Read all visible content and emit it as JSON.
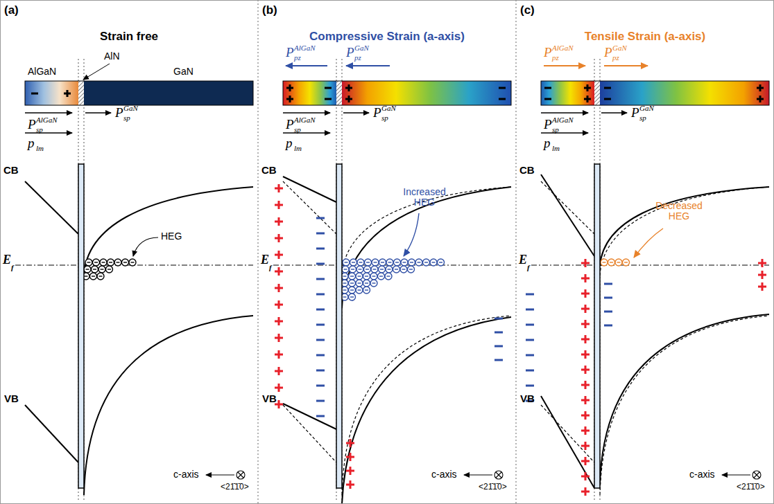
{
  "diagram": {
    "labels": [
      "(a)",
      "Strain free",
      "AlGaN",
      "AlN",
      "GaN",
      "P",
      "sp",
      "AlGaN",
      "P",
      "sp",
      "GaN",
      "p",
      "lm",
      "CB",
      "E",
      "f",
      "HEG",
      "VB",
      "c-axis",
      "<21̄1̄0>",
      "(b)",
      "Compressive Strain (a-axis)",
      "P",
      "pz",
      "AlGaN",
      "P",
      "pz",
      "GaN",
      "P",
      "sp",
      "AlGaN",
      "P",
      "sp",
      "GaN",
      "p",
      "lm",
      "CB",
      "E",
      "f",
      "Increased HEG",
      "VB",
      "c-axis",
      "<21̄1̄0>",
      "(c)",
      "Tensile Strain (a-axis)",
      "P",
      "pz",
      "AlGaN",
      "P",
      "pz",
      "GaN",
      "P",
      "sp",
      "AlGaN",
      "P",
      "sp",
      "GaN",
      "p",
      "lm",
      "CB",
      "E",
      "f",
      "Decreased HEG",
      "VB",
      "c-axis",
      "<21̄1̄0>"
    ]
  }
}
